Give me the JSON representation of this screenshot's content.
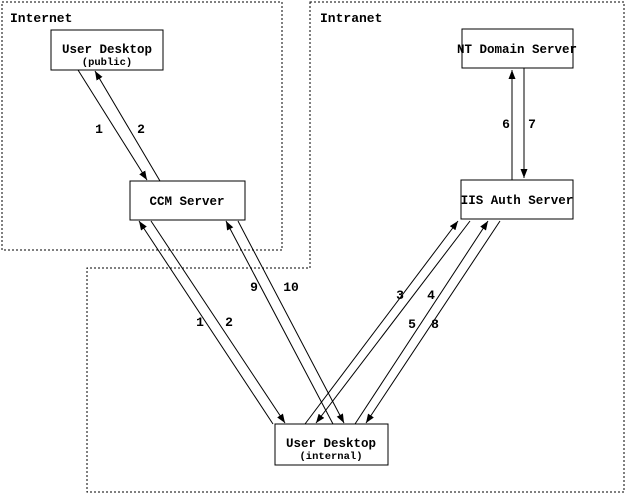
{
  "diagram": {
    "background_color": "#ffffff",
    "line_color": "#000000",
    "zones": {
      "internet": {
        "label": "Internet"
      },
      "intranet": {
        "label": "Intranet"
      }
    },
    "nodes": {
      "user_desktop_public": {
        "title": "User Desktop",
        "subtitle": "(public)"
      },
      "ccm_server": {
        "title": "CCM Server"
      },
      "nt_domain_server": {
        "title": "NT Domain Server"
      },
      "iis_auth_server": {
        "title": "IIS Auth Server"
      },
      "user_desktop_internal": {
        "title": "User Desktop",
        "subtitle": "(internal)"
      }
    },
    "flows": {
      "f1_public": "1",
      "f2_public": "2",
      "f1_internal": "1",
      "f2_internal": "2",
      "f3": "3",
      "f4": "4",
      "f5": "5",
      "f6": "6",
      "f7": "7",
      "f8": "8",
      "f9": "9",
      "f10": "10"
    }
  }
}
